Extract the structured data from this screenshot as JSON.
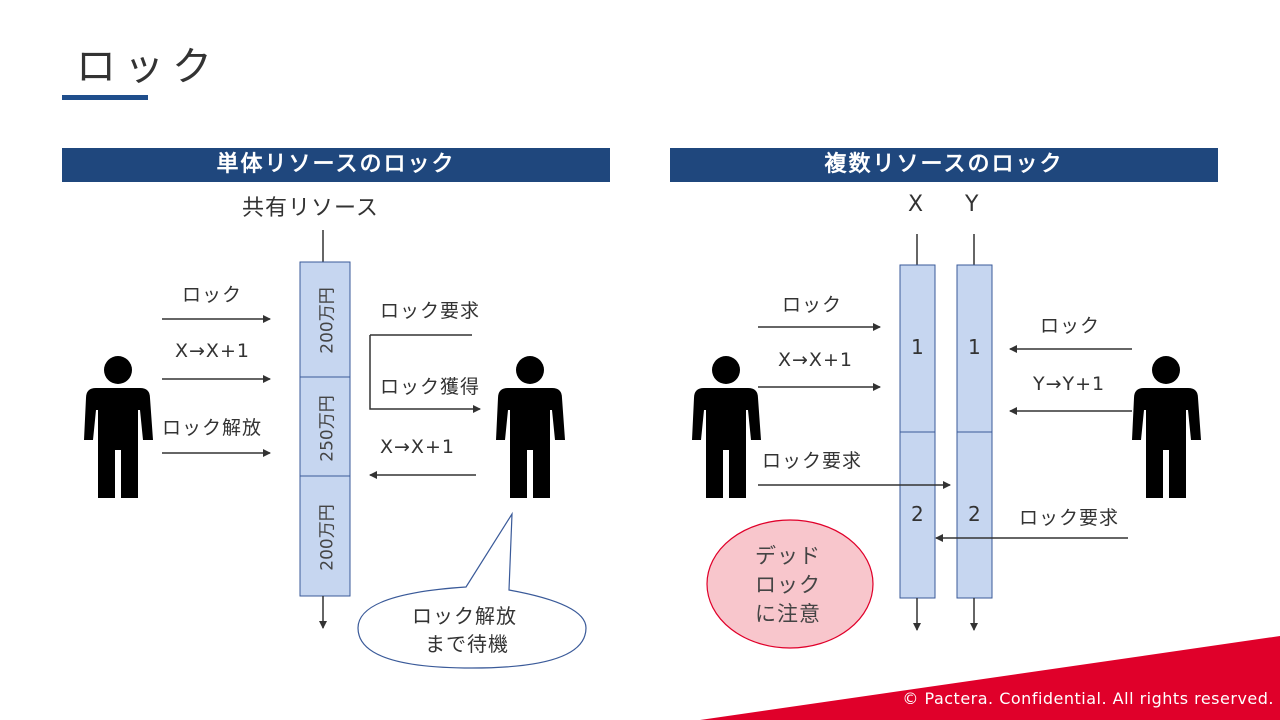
{
  "title": "ロック",
  "left": {
    "header": "単体リソースのロック",
    "resource_label": "共有リソース",
    "cells": [
      "200万円",
      "250万円",
      "200万円"
    ],
    "user1_actions": [
      "ロック",
      "X→X+1",
      "ロック解放"
    ],
    "user2_actions": [
      "ロック要求",
      "ロック獲得",
      "X→X+1"
    ],
    "bubble": [
      "ロック解放",
      "まで待機"
    ]
  },
  "right": {
    "header": "複数リソースのロック",
    "col_labels": [
      "X",
      "Y"
    ],
    "cells": [
      "1",
      "2"
    ],
    "user1_actions": [
      "ロック",
      "X→X+1",
      "ロック要求"
    ],
    "user2_actions": [
      "ロック",
      "Y→Y+1",
      "ロック要求"
    ],
    "deadlock": [
      "デッド",
      "ロック",
      "に注意"
    ]
  },
  "footer": "© Pactera.  Confidential.  All rights reserved.",
  "colors": {
    "header_bg": "#1f477d",
    "cell_fill": "#c6d6f0",
    "cell_stroke": "#3a5a99",
    "accent_red": "#e0002a",
    "deadlock_fill": "#f8c6cc"
  }
}
